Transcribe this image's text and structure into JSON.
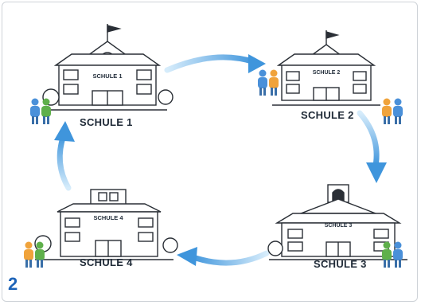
{
  "schools": [
    {
      "label": "SCHULE 1",
      "sign": "SCHULE 1"
    },
    {
      "label": "SCHULE 2",
      "sign": "SCHULE 2"
    },
    {
      "label": "SCHULE 3",
      "sign": "SCHULE 3"
    },
    {
      "label": "SCHULE 4",
      "sign": "SCHULE 4"
    }
  ],
  "page_number": "2",
  "colors": {
    "arrow": "#4a9ee0",
    "arrow_light": "#bfe0f7",
    "outline": "#2a2f36",
    "boy": "#4a90d9",
    "girl": "#5fb04b",
    "kid_orange": "#f0a33b",
    "page_number": "#1d63b8"
  }
}
